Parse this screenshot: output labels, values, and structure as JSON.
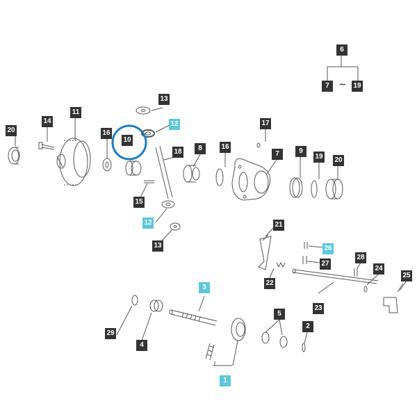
{
  "colors": {
    "label_bg": "#333333",
    "label_highlight_bg": "#5bc8dc",
    "label_text": "#ffffff",
    "selection_ring": "#1a7ec4",
    "part_stroke": "#555555"
  },
  "selected_part": "10",
  "labels": {
    "l6": "6",
    "l7": "7",
    "l19a": "19",
    "tilde": "~",
    "l13a": "13",
    "l12a": "12",
    "l10": "10",
    "l20a": "20",
    "l14": "14",
    "l11": "11",
    "l16a": "16",
    "l18": "18",
    "l8": "8",
    "l16b": "16",
    "l17": "17",
    "l7b": "7",
    "l9": "9",
    "l19b": "19",
    "l20b": "20",
    "l15": "15",
    "l12b": "12",
    "l13b": "13",
    "l21": "21",
    "l26": "26",
    "l27": "27",
    "l22": "22",
    "l28": "28",
    "l24": "24",
    "l25": "25",
    "l23": "23",
    "l3": "3",
    "l29": "29",
    "l4": "4",
    "l5": "5",
    "l2": "2",
    "l1": "1"
  }
}
